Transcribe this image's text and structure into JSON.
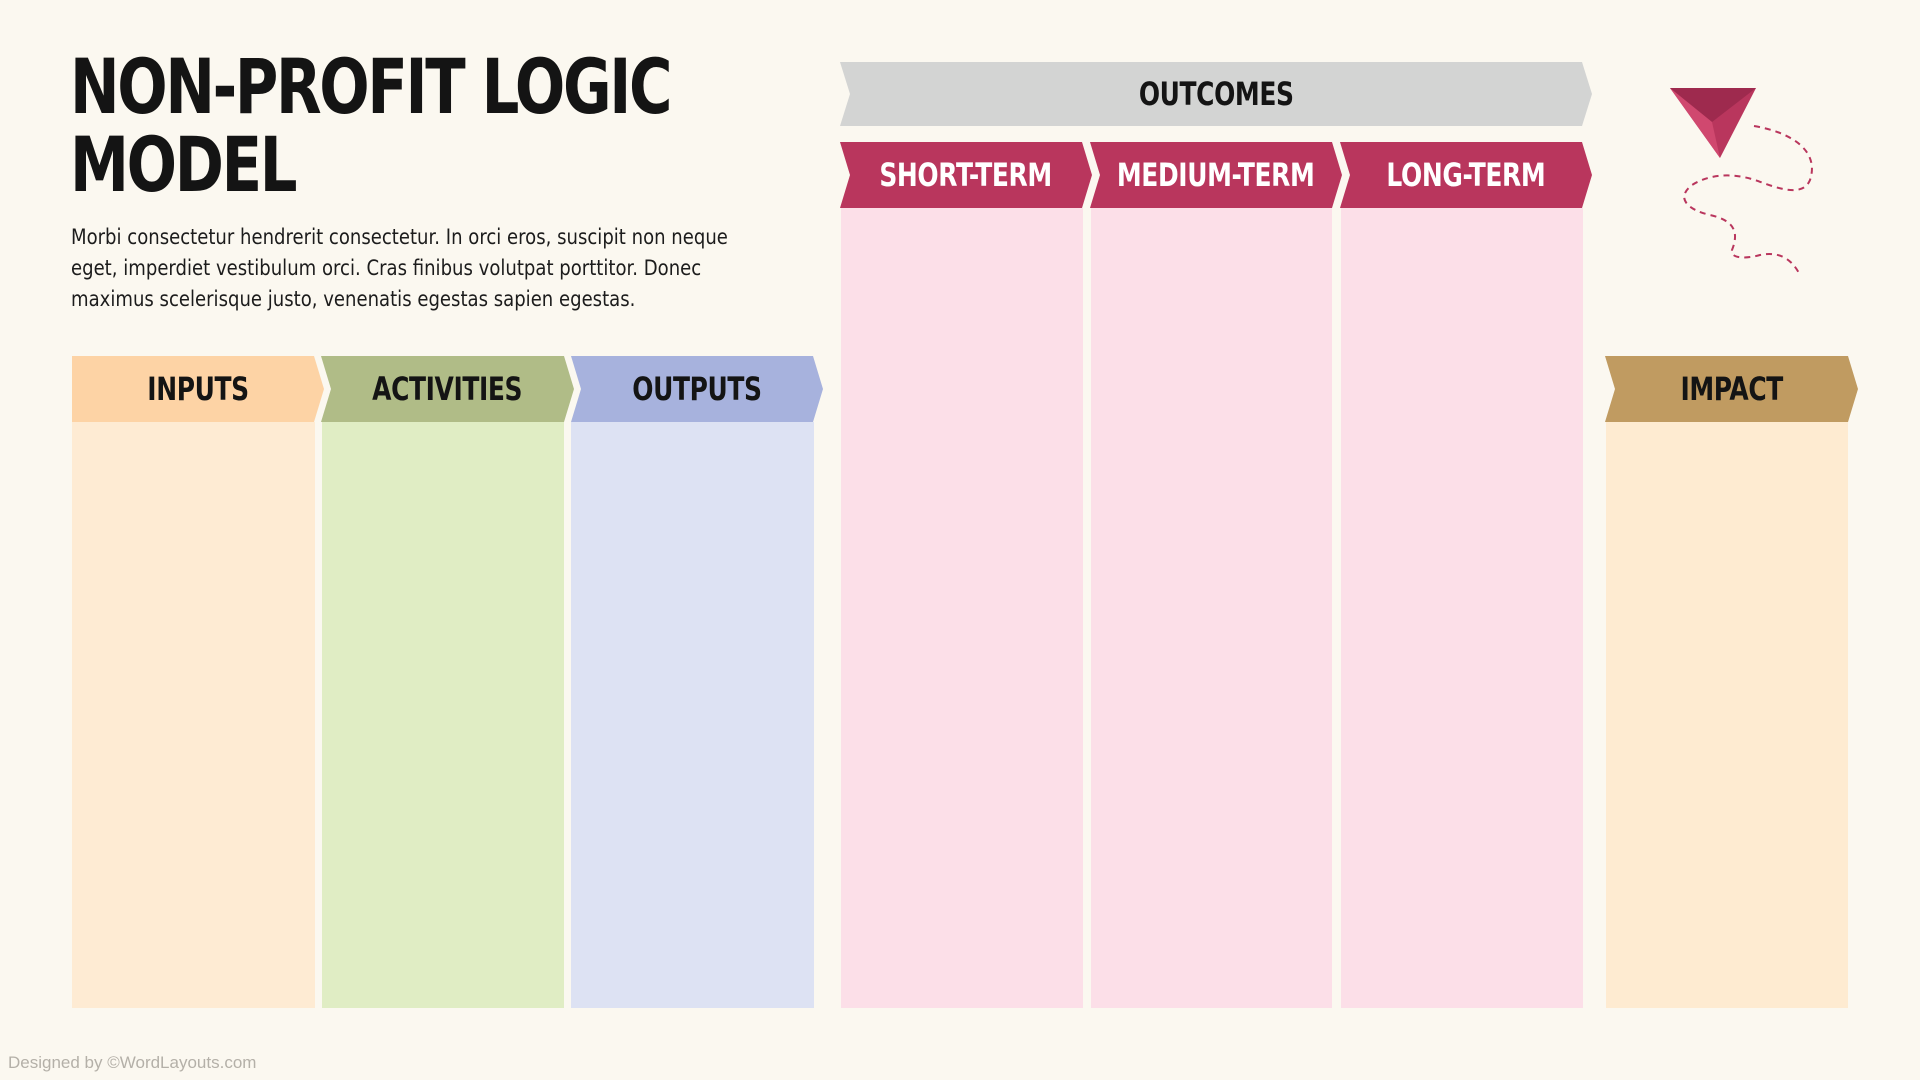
{
  "title": {
    "line1": "NON-PROFIT LOGIC",
    "line2": "MODEL"
  },
  "description": "Morbi consectetur hendrerit consectetur. In orci eros, suscipit non neque eget, imperdiet vestibulum orci. Cras finibus volutpat porttitor. Donec maximus scelerisque justo, venenatis egestas sapien egestas.",
  "columns": {
    "inputs": "INPUTS",
    "activities": "ACTIVITIES",
    "outputs": "OUTPUTS",
    "outcomes": "OUTCOMES",
    "short_term": "SHORT-TERM",
    "medium_term": "MEDIUM-TERM",
    "long_term": "LONG-TERM",
    "impact": "IMPACT"
  },
  "colors": {
    "background": "#fbf8f0",
    "inputs_header": "#fdd3a5",
    "inputs_body": "#feebd3",
    "activities_header": "#b0bc87",
    "activities_body": "#e0edc4",
    "outputs_header": "#a7b2dd",
    "outputs_body": "#dde2f3",
    "outcomes_header": "#d3d4d3",
    "outcomes_sub_header": "#b9365d",
    "outcomes_body": "#fcdfe8",
    "impact_header": "#c09b61",
    "impact_body": "#feebd1"
  },
  "decoration": {
    "icon": "paper-plane-icon"
  },
  "footer": "Designed by ©WordLayouts.com"
}
